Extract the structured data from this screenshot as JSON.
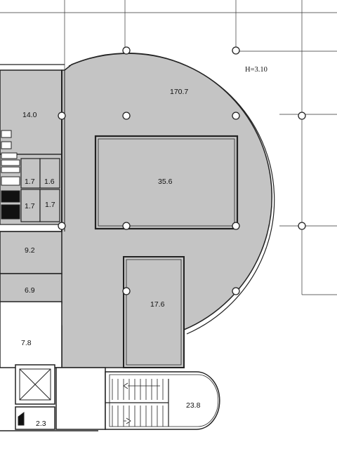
{
  "floor_plan": {
    "ceiling_height_label": "H=3.10",
    "rooms": [
      {
        "id": "main-hall",
        "area": "170.7"
      },
      {
        "id": "corner-room",
        "area": "14.0"
      },
      {
        "id": "central-room",
        "area": "35.6"
      },
      {
        "id": "wc-1",
        "area": "1.7"
      },
      {
        "id": "wc-2",
        "area": "1.6"
      },
      {
        "id": "wc-3",
        "area": "1.7"
      },
      {
        "id": "wc-4",
        "area": "1.7"
      },
      {
        "id": "room-west-1",
        "area": "9.2"
      },
      {
        "id": "room-west-2",
        "area": "6.9"
      },
      {
        "id": "room-south",
        "area": "17.6"
      },
      {
        "id": "hall-west",
        "area": "7.8"
      },
      {
        "id": "staircase",
        "area": "23.8"
      },
      {
        "id": "small-room",
        "area": "2.3"
      }
    ],
    "colors": {
      "floor_fill": "#c4c4c4",
      "wall_stroke": "#222222",
      "background": "#ffffff"
    }
  }
}
